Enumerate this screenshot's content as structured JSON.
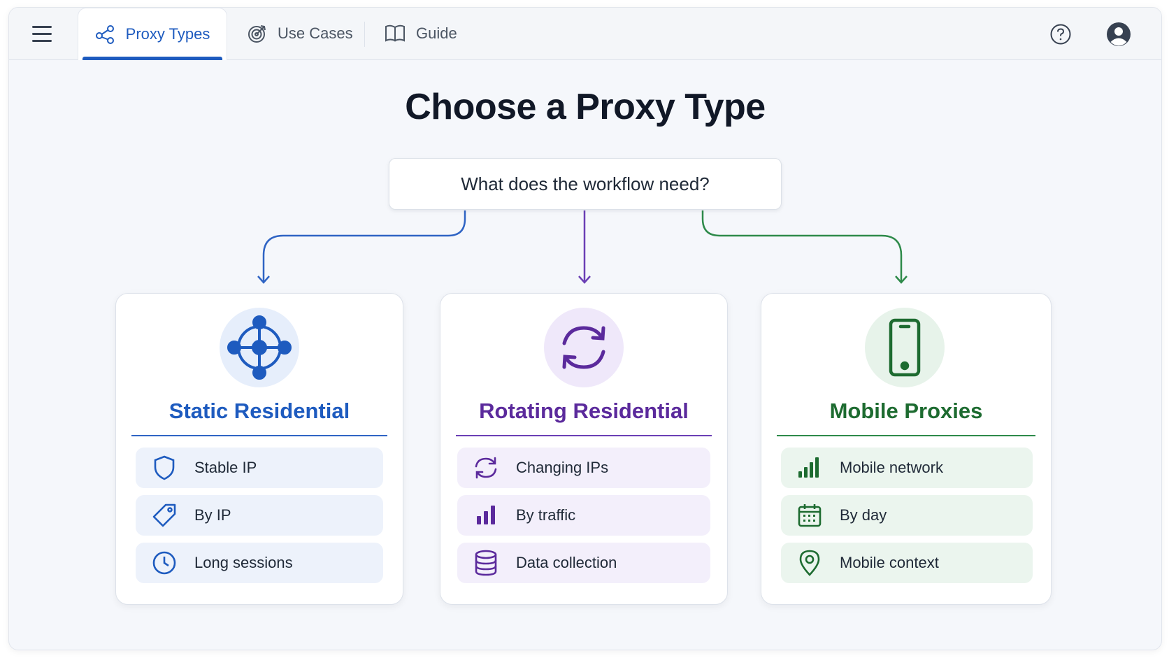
{
  "nav": {
    "tabs": [
      {
        "label": "Proxy Types",
        "icon": "share-nodes-icon",
        "active": true
      },
      {
        "label": "Use Cases",
        "icon": "target-icon",
        "active": false
      },
      {
        "label": "Guide",
        "icon": "book-icon",
        "active": false
      }
    ],
    "help_icon": "help-icon",
    "account_icon": "account-icon"
  },
  "main": {
    "title": "Choose a Proxy Type",
    "question": "What does the workflow need?"
  },
  "cards": [
    {
      "title": "Static Residential",
      "icon": "crosshair-network-icon",
      "accent": "#1e5bbf",
      "features": [
        {
          "label": "Stable IP",
          "icon": "shield-icon"
        },
        {
          "label": "By IP",
          "icon": "tag-icon"
        },
        {
          "label": "Long sessions",
          "icon": "clock-icon"
        }
      ]
    },
    {
      "title": "Rotating Residential",
      "icon": "rotate-icon",
      "accent": "#5b2a9c",
      "features": [
        {
          "label": "Changing IPs",
          "icon": "refresh-icon"
        },
        {
          "label": "By traffic",
          "icon": "bar-chart-icon"
        },
        {
          "label": "Data collection",
          "icon": "database-icon"
        }
      ]
    },
    {
      "title": "Mobile Proxies",
      "icon": "smartphone-icon",
      "accent": "#1d6b30",
      "features": [
        {
          "label": "Mobile network",
          "icon": "signal-icon"
        },
        {
          "label": "By day",
          "icon": "calendar-icon"
        },
        {
          "label": "Mobile context",
          "icon": "map-pin-icon"
        }
      ]
    }
  ],
  "colors": {
    "blue": "#1e5bbf",
    "purple": "#5b2a9c",
    "green": "#1d6b30",
    "blue_bg": "#edf2fb",
    "purple_bg": "#f3effb",
    "green_bg": "#ebf5ee"
  }
}
